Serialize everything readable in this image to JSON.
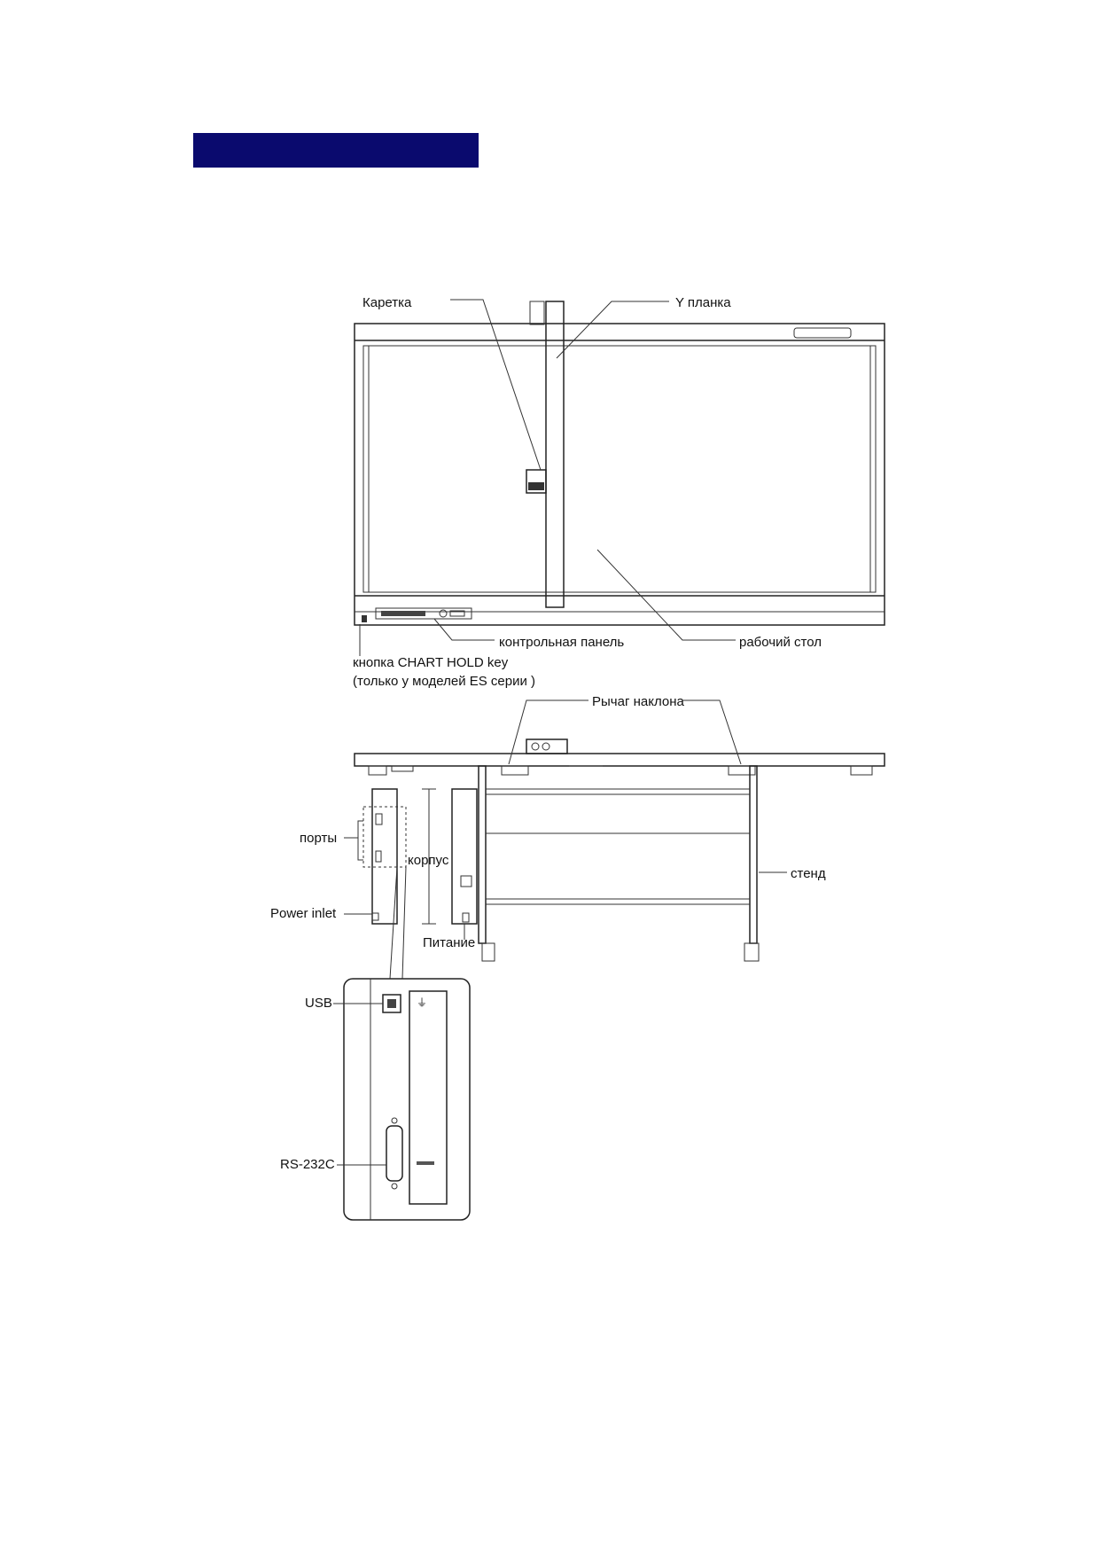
{
  "colors": {
    "header_bar": "#0a0a6e",
    "line": "#222222"
  },
  "labels": {
    "carriage": "Каретка",
    "y_bar": "Y планка",
    "control_panel": "контрольная панель",
    "work_table": "рабочий стол",
    "chart_hold_line1": "кнопка CHART HOLD key",
    "chart_hold_line2": "(только у моделей ES серии )",
    "tilt_lever": "Рычаг наклона",
    "ports": "порты",
    "housing": "корпус",
    "stand": "стенд",
    "power_inlet": "Power inlet",
    "power": "Питание",
    "usb": "USB",
    "rs232c": "RS-232C"
  }
}
